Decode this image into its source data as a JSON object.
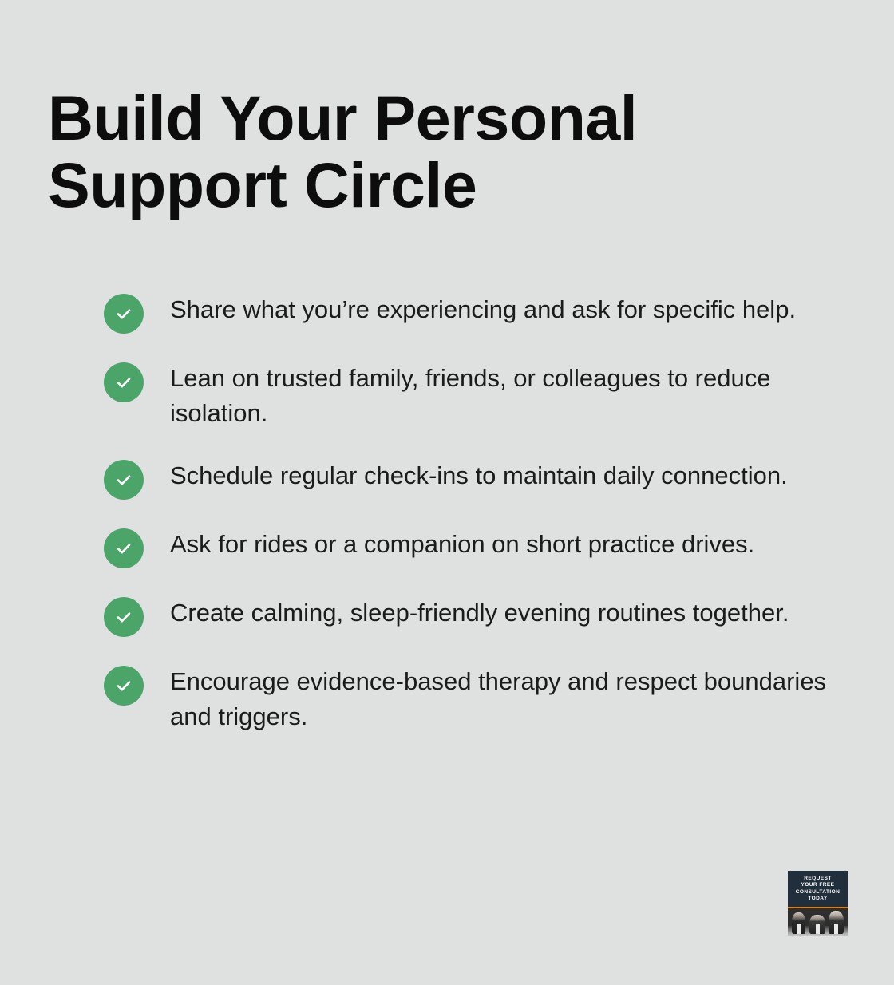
{
  "page": {
    "background_color": "#dfe1e1",
    "title": "Build Your Personal Support Circle",
    "title_color": "#0d0d0d"
  },
  "checklist": {
    "icon_color": "#4ca568",
    "icon_glyph": "check-mark",
    "text_color": "#1b1b1b",
    "items": [
      {
        "text": "Share what you’re experiencing and ask for specific help."
      },
      {
        "text": "Lean on trusted family, friends, or colleagues to reduce isolation."
      },
      {
        "text": "Schedule regular check-ins to maintain daily connection."
      },
      {
        "text": "Ask for rides or a companion on short practice drives."
      },
      {
        "text": "Create calming, sleep-friendly evening routines together."
      },
      {
        "text": "Encourage evidence-based therapy and respect boundaries and triggers."
      }
    ]
  },
  "badge": {
    "background_color": "#212f3d",
    "accent_color": "#d98019",
    "lines": [
      "REQUEST",
      "YOUR FREE",
      "CONSULTATION",
      "TODAY"
    ],
    "photo_description": "three-people-photo"
  }
}
